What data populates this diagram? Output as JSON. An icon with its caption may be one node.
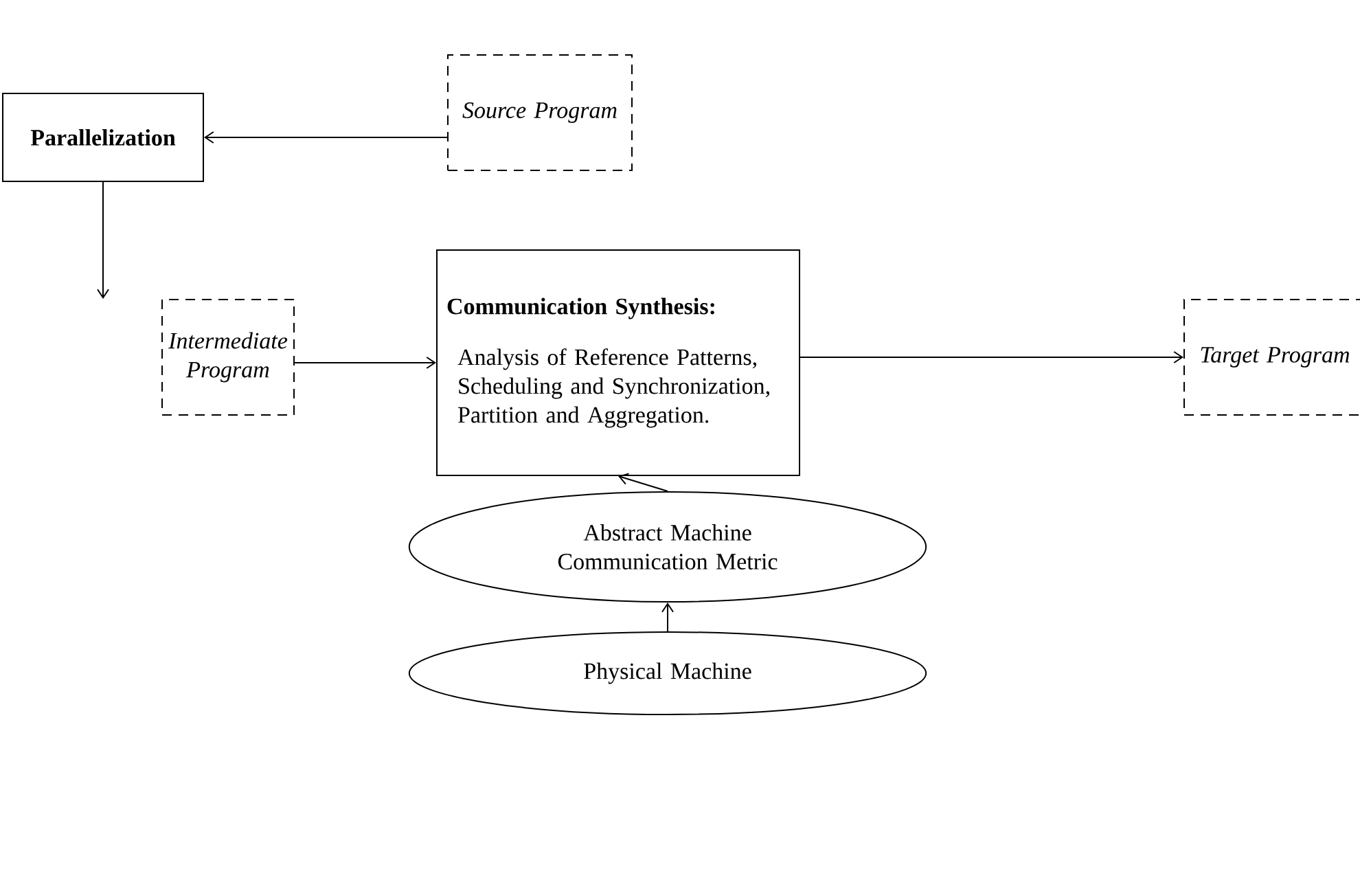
{
  "diagram": {
    "nodes": [
      {
        "text": [
          "Parallelization"
        ]
      },
      {
        "text": [
          "Source Program"
        ]
      },
      {
        "text": [
          "Intermediate Program"
        ]
      },
      {
        "text": [
          "Communication Synthesis:",
          "Analysis of Reference Patterns, Scheduling and Synchronization, Partition and Aggregation."
        ]
      },
      {
        "text": [
          "Target Program"
        ]
      },
      {
        "text": [
          "Abstract Machine Communication Metric"
        ]
      },
      {
        "text": [
          "Physical Machine"
        ]
      }
    ],
    "edges": [
      {
        "from": 1,
        "to": 0,
        "arrow": "to"
      },
      {
        "from": 0,
        "to": 2,
        "arrow": "to"
      },
      {
        "from": 2,
        "to": 3,
        "arrow": "to"
      },
      {
        "from": 3,
        "to": 4,
        "arrow": "to"
      },
      {
        "from": 5,
        "to": 3,
        "arrow": "to"
      },
      {
        "from": 6,
        "to": 5,
        "arrow": "to"
      }
    ]
  }
}
